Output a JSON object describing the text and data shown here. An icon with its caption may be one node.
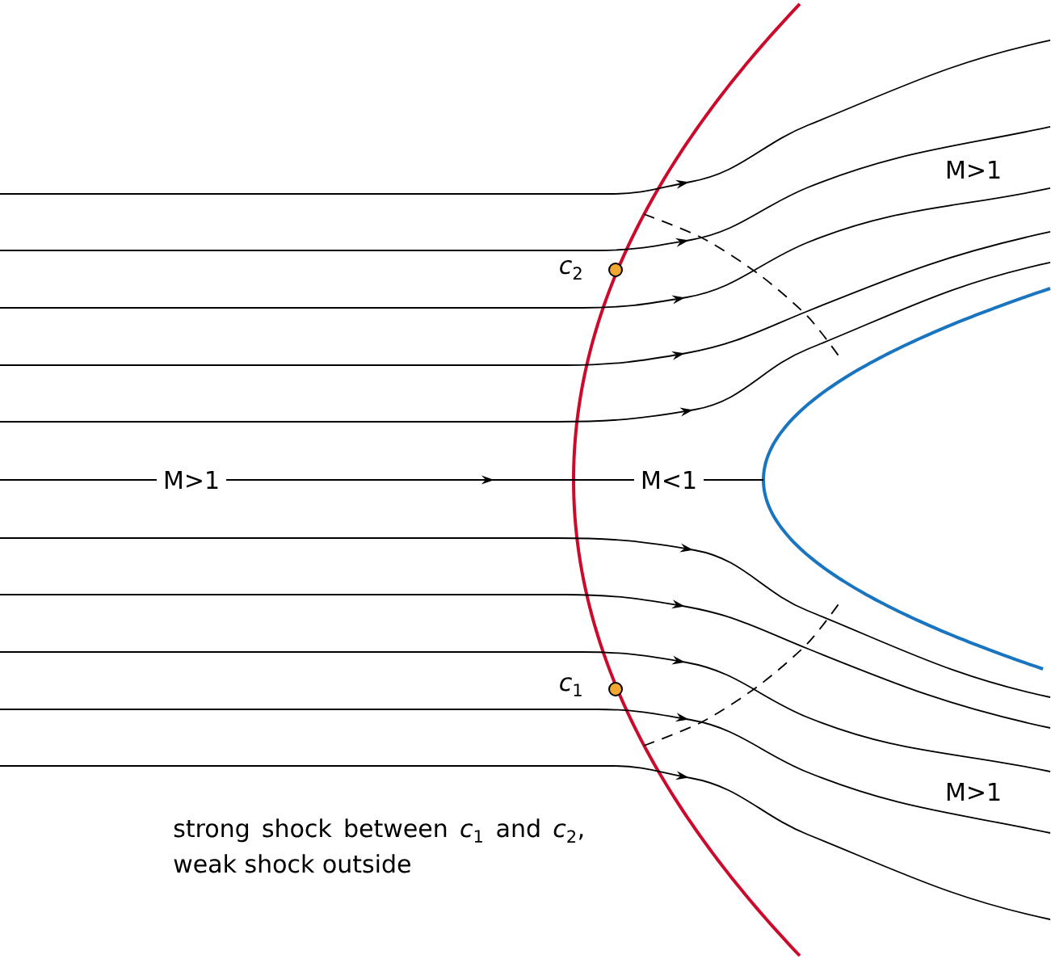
{
  "diagram": {
    "labels": [
      "M>1",
      "*c*$_{2}$",
      "M>1",
      "M<1",
      "*c*$_{1}$",
      "M>1",
      "strong shock between *c*$_{1}$ and *c*$_{2}$, weak shock outside"
    ]
  }
}
